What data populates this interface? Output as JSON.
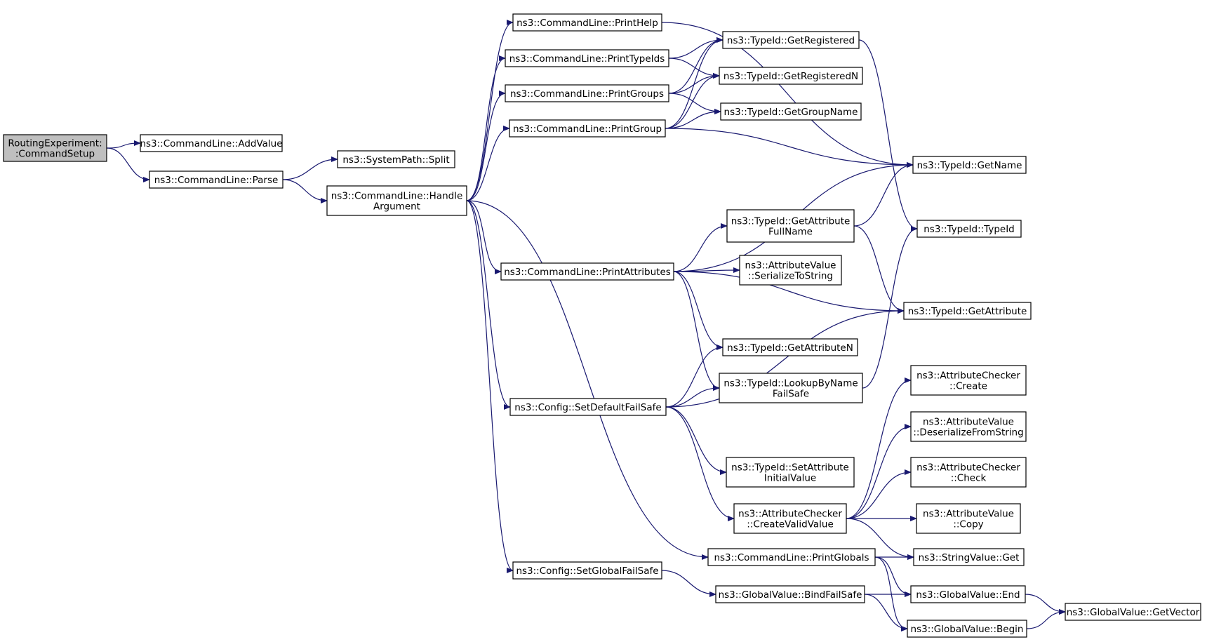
{
  "colors": {
    "edge": "#191970",
    "root_fill": "#bfbfbf",
    "node_fill": "#ffffff",
    "border": "#000000"
  },
  "nodes": [
    {
      "id": "routing_commandsetup",
      "lines": [
        "RoutingExperiment:",
        ":CommandSetup"
      ],
      "root": true
    },
    {
      "id": "cl_addvalue",
      "lines": [
        "ns3::CommandLine::AddValue"
      ]
    },
    {
      "id": "cl_parse",
      "lines": [
        "ns3::CommandLine::Parse"
      ]
    },
    {
      "id": "sp_split",
      "lines": [
        "ns3::SystemPath::Split"
      ]
    },
    {
      "id": "cl_handleargument",
      "lines": [
        "ns3::CommandLine::Handle",
        "Argument"
      ]
    },
    {
      "id": "cl_printhelp",
      "lines": [
        "ns3::CommandLine::PrintHelp"
      ]
    },
    {
      "id": "cl_printtypeids",
      "lines": [
        "ns3::CommandLine::PrintTypeIds"
      ]
    },
    {
      "id": "cl_printgroups",
      "lines": [
        "ns3::CommandLine::PrintGroups"
      ]
    },
    {
      "id": "cl_printgroup",
      "lines": [
        "ns3::CommandLine::PrintGroup"
      ]
    },
    {
      "id": "cl_printattributes",
      "lines": [
        "ns3::CommandLine::PrintAttributes"
      ]
    },
    {
      "id": "cfg_setdefaultfailsafe",
      "lines": [
        "ns3::Config::SetDefaultFailSafe"
      ]
    },
    {
      "id": "cfg_setglobalfailsafe",
      "lines": [
        "ns3::Config::SetGlobalFailSafe"
      ]
    },
    {
      "id": "tid_getregistered",
      "lines": [
        "ns3::TypeId::GetRegistered"
      ]
    },
    {
      "id": "tid_getregisteredn",
      "lines": [
        "ns3::TypeId::GetRegisteredN"
      ]
    },
    {
      "id": "tid_getgroupname",
      "lines": [
        "ns3::TypeId::GetGroupName"
      ]
    },
    {
      "id": "tid_getname",
      "lines": [
        "ns3::TypeId::GetName"
      ]
    },
    {
      "id": "tid_getattributefullname",
      "lines": [
        "ns3::TypeId::GetAttribute",
        "FullName"
      ]
    },
    {
      "id": "tid_typeid",
      "lines": [
        "ns3::TypeId::TypeId"
      ]
    },
    {
      "id": "av_serializetostring",
      "lines": [
        "ns3::AttributeValue",
        "::SerializeToString"
      ]
    },
    {
      "id": "tid_getattribute",
      "lines": [
        "ns3::TypeId::GetAttribute"
      ]
    },
    {
      "id": "tid_getattributen",
      "lines": [
        "ns3::TypeId::GetAttributeN"
      ]
    },
    {
      "id": "tid_lookupbynamefailsafe",
      "lines": [
        "ns3::TypeId::LookupByName",
        "FailSafe"
      ]
    },
    {
      "id": "ac_create",
      "lines": [
        "ns3::AttributeChecker",
        "::Create"
      ]
    },
    {
      "id": "av_deserializefromstring",
      "lines": [
        "ns3::AttributeValue",
        "::DeserializeFromString"
      ]
    },
    {
      "id": "tid_setattributeinitialvalue",
      "lines": [
        "ns3::TypeId::SetAttribute",
        "InitialValue"
      ]
    },
    {
      "id": "ac_check",
      "lines": [
        "ns3::AttributeChecker",
        "::Check"
      ]
    },
    {
      "id": "ac_createvalidvalue",
      "lines": [
        "ns3::AttributeChecker",
        "::CreateValidValue"
      ]
    },
    {
      "id": "av_copy",
      "lines": [
        "ns3::AttributeValue",
        "::Copy"
      ]
    },
    {
      "id": "cl_printglobals",
      "lines": [
        "ns3::CommandLine::PrintGlobals"
      ]
    },
    {
      "id": "sv_get",
      "lines": [
        "ns3::StringValue::Get"
      ]
    },
    {
      "id": "gv_bindfailsafe",
      "lines": [
        "ns3::GlobalValue::BindFailSafe"
      ]
    },
    {
      "id": "gv_end",
      "lines": [
        "ns3::GlobalValue::End"
      ]
    },
    {
      "id": "gv_getvector",
      "lines": [
        "ns3::GlobalValue::GetVector"
      ]
    },
    {
      "id": "gv_begin",
      "lines": [
        "ns3::GlobalValue::Begin"
      ]
    }
  ],
  "edges": [
    [
      "routing_commandsetup",
      "cl_addvalue"
    ],
    [
      "routing_commandsetup",
      "cl_parse"
    ],
    [
      "cl_parse",
      "sp_split"
    ],
    [
      "cl_parse",
      "cl_handleargument"
    ],
    [
      "cl_handleargument",
      "cl_printhelp"
    ],
    [
      "cl_handleargument",
      "cl_printtypeids"
    ],
    [
      "cl_handleargument",
      "cl_printgroups"
    ],
    [
      "cl_handleargument",
      "cl_printgroup"
    ],
    [
      "cl_handleargument",
      "cl_printattributes"
    ],
    [
      "cl_handleargument",
      "cfg_setdefaultfailsafe"
    ],
    [
      "cl_handleargument",
      "cl_printglobals"
    ],
    [
      "cl_handleargument",
      "cfg_setglobalfailsafe"
    ],
    [
      "cl_printhelp",
      "tid_getname"
    ],
    [
      "cl_printtypeids",
      "tid_getregistered"
    ],
    [
      "cl_printtypeids",
      "tid_getregisteredn"
    ],
    [
      "cl_printgroups",
      "tid_getregistered"
    ],
    [
      "cl_printgroups",
      "tid_getregisteredn"
    ],
    [
      "cl_printgroups",
      "tid_getgroupname"
    ],
    [
      "cl_printgroup",
      "tid_getregistered"
    ],
    [
      "cl_printgroup",
      "tid_getregisteredn"
    ],
    [
      "cl_printgroup",
      "tid_getgroupname"
    ],
    [
      "cl_printgroup",
      "tid_getname"
    ],
    [
      "tid_getregistered",
      "tid_typeid"
    ],
    [
      "cl_printattributes",
      "tid_getname"
    ],
    [
      "cl_printattributes",
      "tid_getattributefullname"
    ],
    [
      "cl_printattributes",
      "av_serializetostring"
    ],
    [
      "cl_printattributes",
      "tid_getattribute"
    ],
    [
      "cl_printattributes",
      "tid_getattributen"
    ],
    [
      "cl_printattributes",
      "tid_lookupbynamefailsafe"
    ],
    [
      "tid_getattributefullname",
      "tid_getname"
    ],
    [
      "tid_getattributefullname",
      "tid_getattribute"
    ],
    [
      "tid_lookupbynamefailsafe",
      "tid_typeid"
    ],
    [
      "cfg_setdefaultfailsafe",
      "tid_getattributen"
    ],
    [
      "cfg_setdefaultfailsafe",
      "tid_lookupbynamefailsafe"
    ],
    [
      "cfg_setdefaultfailsafe",
      "tid_getattribute"
    ],
    [
      "cfg_setdefaultfailsafe",
      "tid_setattributeinitialvalue"
    ],
    [
      "cfg_setdefaultfailsafe",
      "ac_createvalidvalue"
    ],
    [
      "ac_createvalidvalue",
      "ac_create"
    ],
    [
      "ac_createvalidvalue",
      "av_deserializefromstring"
    ],
    [
      "ac_createvalidvalue",
      "ac_check"
    ],
    [
      "ac_createvalidvalue",
      "av_copy"
    ],
    [
      "ac_createvalidvalue",
      "sv_get"
    ],
    [
      "cl_printglobals",
      "sv_get"
    ],
    [
      "cl_printglobals",
      "gv_end"
    ],
    [
      "cl_printglobals",
      "gv_begin"
    ],
    [
      "cfg_setglobalfailsafe",
      "gv_bindfailsafe"
    ],
    [
      "gv_bindfailsafe",
      "gv_end"
    ],
    [
      "gv_bindfailsafe",
      "gv_begin"
    ],
    [
      "gv_end",
      "gv_getvector"
    ],
    [
      "gv_begin",
      "gv_getvector"
    ]
  ]
}
